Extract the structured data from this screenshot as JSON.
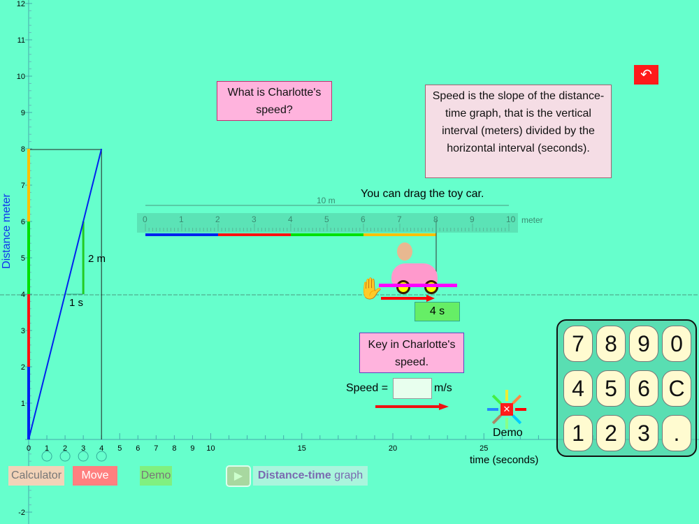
{
  "graph": {
    "ylabel": "Distance  meter",
    "xlabel": "time (seconds)",
    "rise_label": "2 m",
    "run_label": "1 s"
  },
  "question": "What is Charlotte's speed?",
  "explanation": "Speed is the slope of the distance-time graph, that is the vertical interval (meters) divided by the horizontal interval (seconds).",
  "drag_hint": "You can drag the toy car.",
  "ruler": {
    "span_label": "10 m",
    "unit": "meter",
    "ticks": [
      "0",
      "1",
      "2",
      "3",
      "4",
      "5",
      "6",
      "7",
      "8",
      "9",
      "10"
    ],
    "position_m": 8
  },
  "time_badge": "4 s",
  "prompt": "Key in Charlotte's speed.",
  "speed": {
    "label": "Speed =",
    "value": "",
    "unit": "m/s"
  },
  "demo_label": "Demo",
  "keypad": [
    "7",
    "8",
    "9",
    "0",
    "4",
    "5",
    "6",
    "C",
    "1",
    "2",
    "3",
    "."
  ],
  "buttons": {
    "calculator": "Calculator",
    "move": "Move",
    "demo": "Demo",
    "graph_title_bold": "Distance-time",
    "graph_title_rest": " graph"
  },
  "colors": {
    "bg": "#66ffcc",
    "line": "#0022ee",
    "segments": [
      "#0022ee",
      "#ff1010",
      "#00e000",
      "#ffc000"
    ]
  }
}
